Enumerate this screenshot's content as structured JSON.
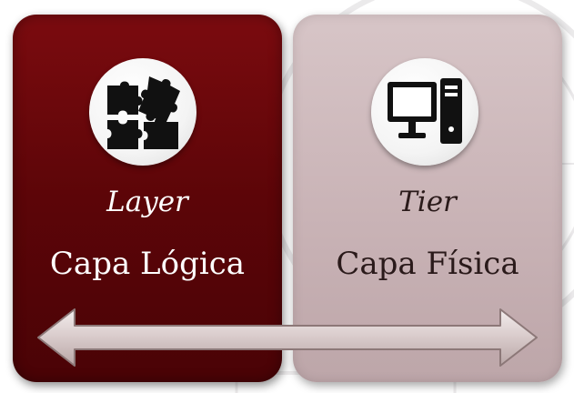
{
  "left_card": {
    "icon": "puzzle-icon",
    "title": "Layer",
    "subtitle": "Capa Lógica"
  },
  "right_card": {
    "icon": "desktop-computer-icon",
    "title": "Tier",
    "subtitle": "Capa Física"
  },
  "arrow": {
    "icon": "double-arrow-icon"
  },
  "colors": {
    "left_card": "#5c0508",
    "right_card": "#c9b3b6",
    "left_text": "#ffffff",
    "right_text": "#2a1a1a",
    "icon_dark": "#111111"
  }
}
